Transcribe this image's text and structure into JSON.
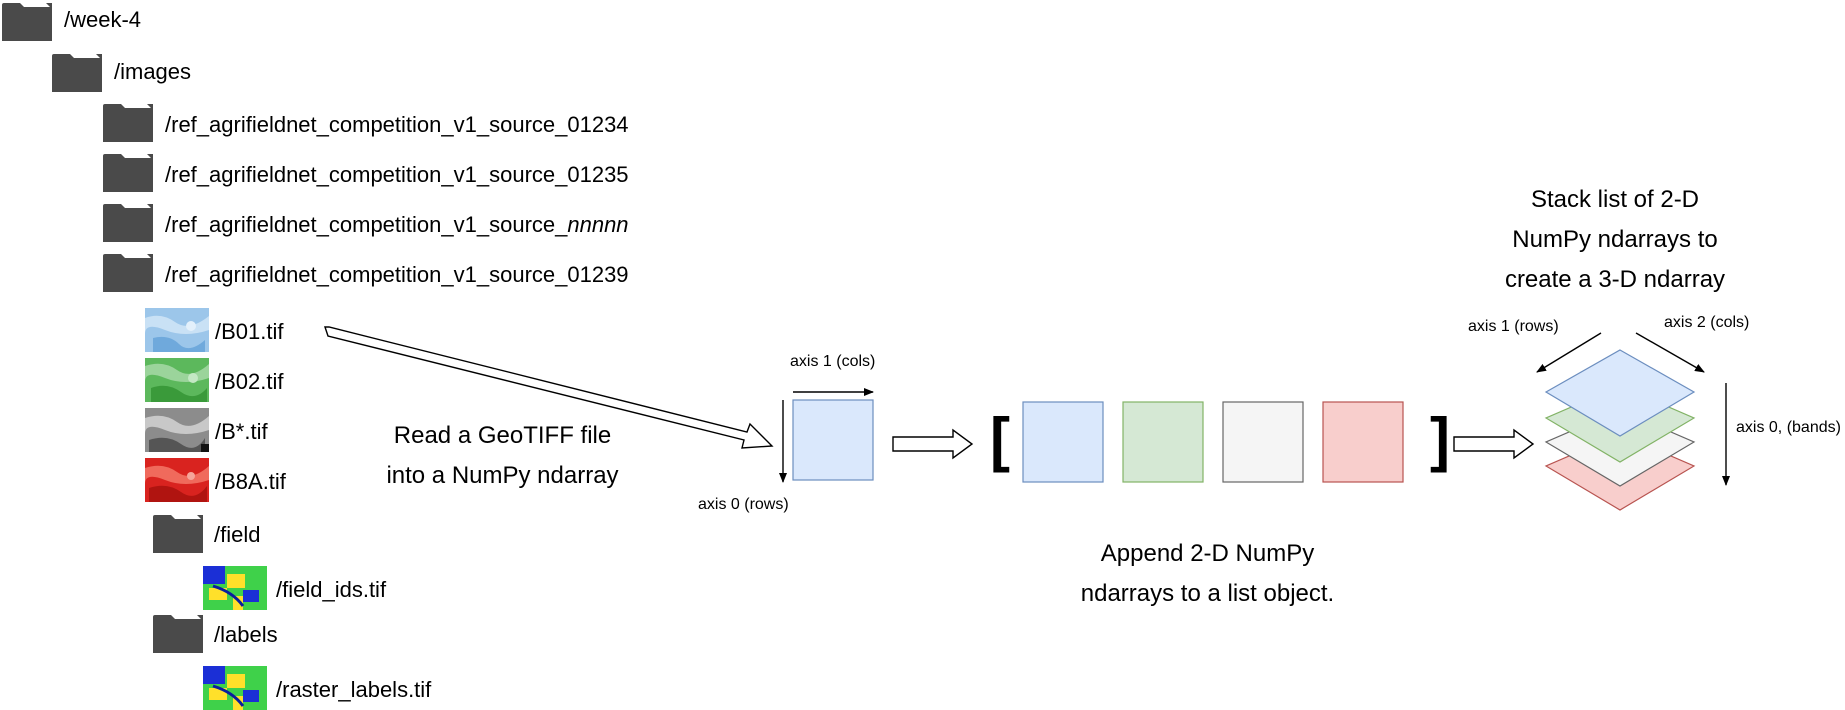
{
  "tree": {
    "root": "/week-4",
    "images": "/images",
    "src1": "/ref_agrifieldnet_competition_v1_source_01234",
    "src2": "/ref_agrifieldnet_competition_v1_source_01235",
    "src3_prefix": "/ref_agrifieldnet_competition_v1_source_",
    "src3_italic": "nnnnn",
    "src4": "/ref_agrifieldnet_competition_v1_source_01239",
    "b01": "/B01.tif",
    "b02": "/B02.tif",
    "bstar": "/B*.tif",
    "b8a": "/B8A.tif",
    "field": "/field",
    "field_ids": "/field_ids.tif",
    "labels": "/labels",
    "raster_labels": "/raster_labels.tif"
  },
  "captions": {
    "read_line1": "Read a GeoTIFF file",
    "read_line2": "into a NumPy ndarray",
    "append_line1": "Append 2-D NumPy",
    "append_line2": "ndarrays to a list object.",
    "stack_line1": "Stack list of 2-D",
    "stack_line2": "NumPy ndarrays to",
    "stack_line3": "create a 3-D ndarray"
  },
  "axes": {
    "single_cols": "axis 1 (cols)",
    "single_rows": "axis 0 (rows)",
    "stack_rows": "axis 1 (rows)",
    "stack_cols": "axis 2 (cols)",
    "stack_bands": "axis 0, (bands)"
  },
  "list_brackets": {
    "open": "[",
    "close": "]"
  },
  "colors": {
    "folder": "#4a4a4a",
    "blue_fill": "#dae8fc",
    "blue_stroke": "#6c8ebf",
    "green_fill": "#d5e8d4",
    "green_stroke": "#82b366",
    "gray_fill": "#f5f5f5",
    "gray_stroke": "#666666",
    "red_fill": "#f8cecc",
    "red_stroke": "#b85450"
  }
}
